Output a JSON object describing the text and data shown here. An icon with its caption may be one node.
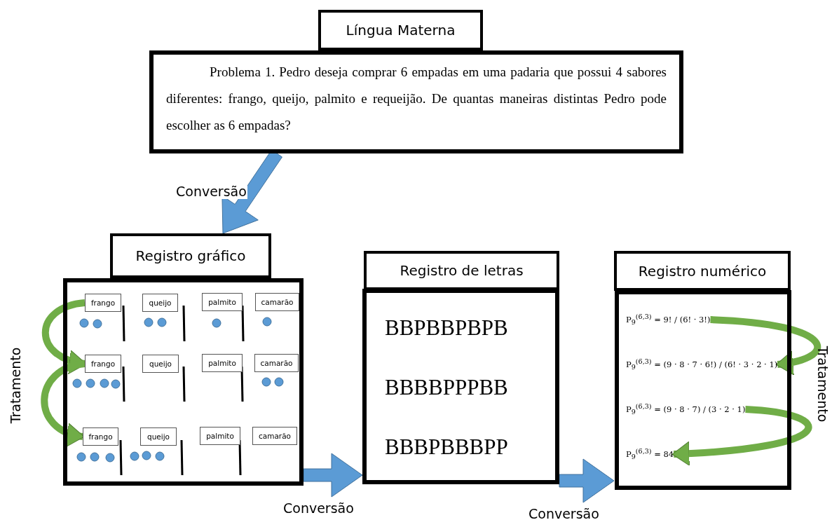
{
  "diagram": {
    "nodes": [
      {
        "text": [
          "Língua Materna",
          "Problema 1. Pedro deseja comprar 6 empadas em uma padaria que possui 4 sabores diferentes: frango, queijo, palmito e requeijão. De quantas maneiras distintas Pedro pode escolher as 6 empadas?"
        ]
      },
      {
        "text": [
          "Registro gráfico"
        ]
      },
      {
        "text": [
          "frango"
        ],
        "in": 1
      },
      {
        "text": [
          "queijo"
        ],
        "in": 1
      },
      {
        "text": [
          "palmito"
        ],
        "in": 1
      },
      {
        "text": [
          "camarão"
        ],
        "in": 1
      },
      {
        "text": [
          "frango"
        ],
        "in": 1
      },
      {
        "text": [
          "queijo"
        ],
        "in": 1
      },
      {
        "text": [
          "palmito"
        ],
        "in": 1
      },
      {
        "text": [
          "camarão"
        ],
        "in": 1
      },
      {
        "text": [
          "frango"
        ],
        "in": 1
      },
      {
        "text": [
          "queijo"
        ],
        "in": 1
      },
      {
        "text": [
          "palmito"
        ],
        "in": 1
      },
      {
        "text": [
          "camarão"
        ],
        "in": 1
      },
      {
        "text": [
          "Registro de letras",
          "BBPBBPBPB",
          "BBBBPPPBB",
          "BBBPBBBPP"
        ]
      },
      {
        "text": [
          "Registro numérico"
        ]
      },
      {
        "text": [
          "P$_{9}$$^{(6,3)}$ = 9! / (6! · 3!)"
        ],
        "in": 15
      },
      {
        "text": [
          "P$_{9}$$^{(6,3)}$ = (9 · 8 · 7 · 6!) / (6! · 3 · 2 · 1)"
        ],
        "in": 15
      },
      {
        "text": [
          "P$_{9}$$^{(6,3)}$ = (9 · 8 · 7) / (3 · 2 · 1)"
        ],
        "in": 15
      },
      {
        "text": [
          "P$_{9}$$^{(6,3)}$ = 84"
        ],
        "in": 15
      }
    ],
    "edges": [
      {
        "from": 0,
        "to": 1,
        "arrow": "to",
        "label": "Conversão",
        "color": "#5b9bd5"
      },
      {
        "from": 1,
        "to": 14,
        "arrow": "to",
        "label": "Conversão",
        "color": "#5b9bd5"
      },
      {
        "from": 14,
        "to": 15,
        "arrow": "to",
        "label": "Conversão",
        "color": "#5b9bd5"
      },
      {
        "from": 2,
        "to": 6,
        "arrow": "to"
      },
      {
        "from": 6,
        "to": 10,
        "arrow": "to"
      },
      {
        "from": 16,
        "to": 17,
        "arrow": "to"
      },
      {
        "from": 18,
        "to": 19,
        "arrow": "to"
      }
    ],
    "labels": [
      "Tratamento",
      "Tratamento"
    ]
  }
}
